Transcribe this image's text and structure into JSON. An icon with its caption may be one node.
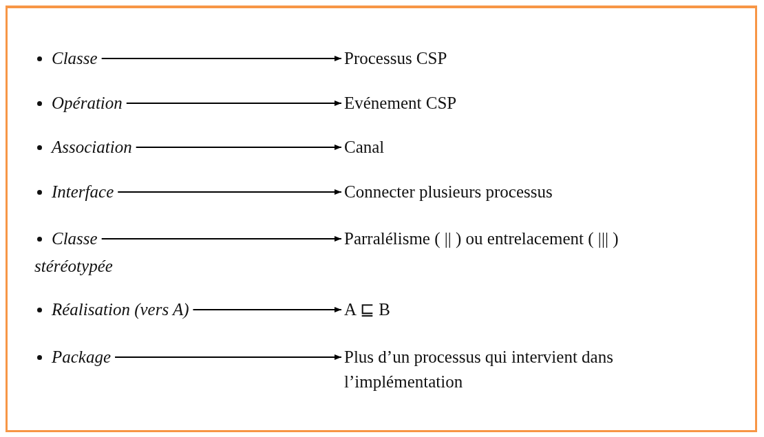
{
  "diagram": {
    "nodes": [
      {
        "text": [
          "Classe"
        ]
      },
      {
        "text": [
          "Opération"
        ]
      },
      {
        "text": [
          "Association"
        ]
      },
      {
        "text": [
          "Interface"
        ]
      },
      {
        "text": [
          "Classe stéréotypée"
        ]
      },
      {
        "text": [
          "Réalisation (vers A)"
        ]
      },
      {
        "text": [
          "Package"
        ]
      },
      {
        "text": [
          "Processus CSP"
        ]
      },
      {
        "text": [
          "Evénement CSP"
        ]
      },
      {
        "text": [
          "Canal"
        ]
      },
      {
        "text": [
          "Connecter plusieurs processus"
        ]
      },
      {
        "text": [
          "Parralélisme ( || ) ou entrelacement ( ||| )"
        ]
      },
      {
        "text": [
          "A ⊑ B"
        ]
      },
      {
        "text": [
          "Plus d’un processus qui intervient dans l’implémentation"
        ]
      }
    ],
    "edges": [
      {
        "from": 0,
        "to": 7,
        "arrow": "to"
      },
      {
        "from": 1,
        "to": 8,
        "arrow": "to"
      },
      {
        "from": 2,
        "to": 9,
        "arrow": "to"
      },
      {
        "from": 3,
        "to": 10,
        "arrow": "to"
      },
      {
        "from": 4,
        "to": 11,
        "arrow": "to"
      },
      {
        "from": 5,
        "to": 12,
        "arrow": "to"
      },
      {
        "from": 6,
        "to": 13,
        "arrow": "to"
      }
    ]
  }
}
